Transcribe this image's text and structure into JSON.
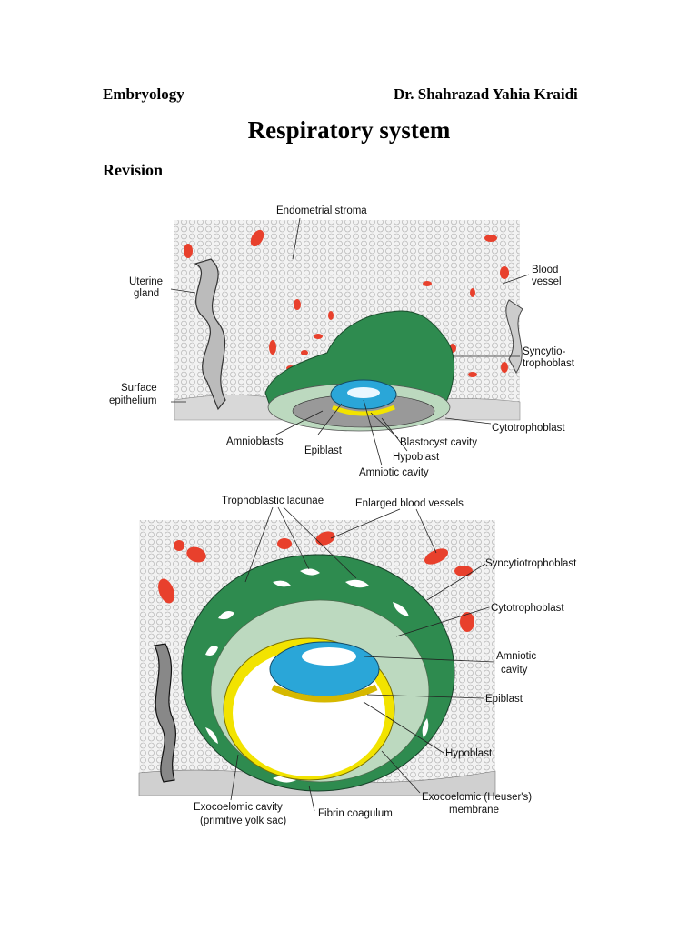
{
  "header": {
    "left": "Embryology",
    "right": "Dr. Shahrazad Yahia Kraidi"
  },
  "title": "Respiratory system",
  "section": "Revision",
  "figure1": {
    "labels": {
      "endometrial_stroma": "Endometrial stroma",
      "uterine_gland_1": "Uterine",
      "uterine_gland_2": "gland",
      "blood_vessel_1": "Blood",
      "blood_vessel_2": "vessel",
      "syncytio_1": "Syncytio-",
      "syncytio_2": "trophoblast",
      "surface_epi_1": "Surface",
      "surface_epi_2": "epithelium",
      "cytotrophoblast": "Cytotrophoblast",
      "amnioblasts": "Amnioblasts",
      "epiblast": "Epiblast",
      "blastocyst_cavity": "Blastocyst cavity",
      "hypoblast": "Hypoblast",
      "amniotic_cavity": "Amniotic cavity"
    }
  },
  "figure2": {
    "labels": {
      "trophoblastic_lacunae": "Trophoblastic lacunae",
      "enlarged_vessels": "Enlarged blood vessels",
      "syncytiotrophoblast": "Syncytiotrophoblast",
      "cytotrophoblast": "Cytotrophoblast",
      "amniotic_cavity_1": "Amniotic",
      "amniotic_cavity_2": "cavity",
      "epiblast": "Epiblast",
      "hypoblast": "Hypoblast",
      "exocoelomic_membrane_1": "Exocoelomic (Heuser's)",
      "exocoelomic_membrane_2": "membrane",
      "exocoelomic_cavity_1": "Exocoelomic cavity",
      "exocoelomic_cavity_2": "(primitive yolk sac)",
      "fibrin_coagulum": "Fibrin coagulum"
    }
  },
  "colors": {
    "syncytio": "#2e8b4f",
    "cyto": "#bcd9bf",
    "amnion": "#2aa6d8",
    "yolk": "#f2e300",
    "blood": "#e8402c",
    "stroma": "#e6e6e6"
  }
}
